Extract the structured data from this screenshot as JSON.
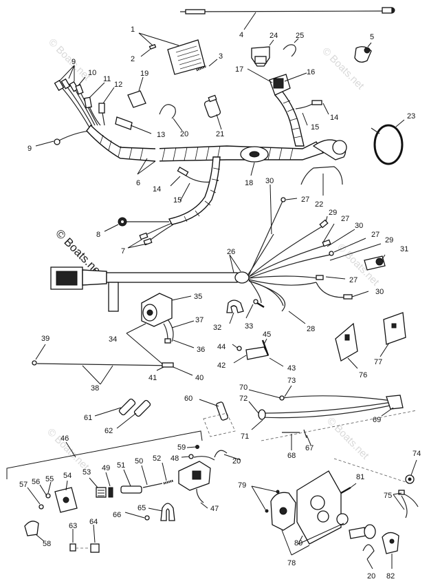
{
  "watermarks": {
    "main": "© Boats.net",
    "faint": "© Boats.net"
  },
  "callouts": {
    "c1": "1",
    "c2": "2",
    "c3": "3",
    "c4": "4",
    "c5": "5",
    "c6": "6",
    "c7": "7",
    "c8": "8",
    "c9a": "9",
    "c9b": "9",
    "c10": "10",
    "c11": "11",
    "c12": "12",
    "c13": "13",
    "c14a": "14",
    "c14b": "14",
    "c15a": "15",
    "c15b": "15",
    "c16": "16",
    "c17": "17",
    "c18": "18",
    "c19": "19",
    "c20a": "20",
    "c20b": "20",
    "c20c": "20",
    "c21": "21",
    "c22": "22",
    "c23": "23",
    "c24": "24",
    "c25": "25",
    "c26": "26",
    "c27a": "27",
    "c27b": "27",
    "c27c": "27",
    "c27d": "27",
    "c28": "28",
    "c29a": "29",
    "c29b": "29",
    "c30a": "30",
    "c30b": "30",
    "c30c": "30",
    "c31": "31",
    "c32": "32",
    "c33": "33",
    "c34": "34",
    "c35": "35",
    "c36": "36",
    "c37": "37",
    "c38": "38",
    "c39": "39",
    "c40": "40",
    "c41": "41",
    "c42": "42",
    "c43": "43",
    "c44": "44",
    "c45": "45",
    "c46": "46",
    "c47": "47",
    "c48": "48",
    "c49": "49",
    "c50": "50",
    "c51": "51",
    "c52": "52",
    "c53": "53",
    "c54": "54",
    "c55": "55",
    "c56": "56",
    "c57": "57",
    "c58": "58",
    "c59": "59",
    "c60": "60",
    "c61": "61",
    "c62": "62",
    "c63": "63",
    "c64": "64",
    "c65": "65",
    "c66": "66",
    "c67": "67",
    "c68": "68",
    "c69": "69",
    "c70": "70",
    "c71": "71",
    "c72": "72",
    "c73": "73",
    "c74": "74",
    "c75": "75",
    "c76": "76",
    "c77": "77",
    "c78": "78",
    "c79": "79",
    "c80": "80",
    "c81": "81",
    "c82": "82"
  }
}
